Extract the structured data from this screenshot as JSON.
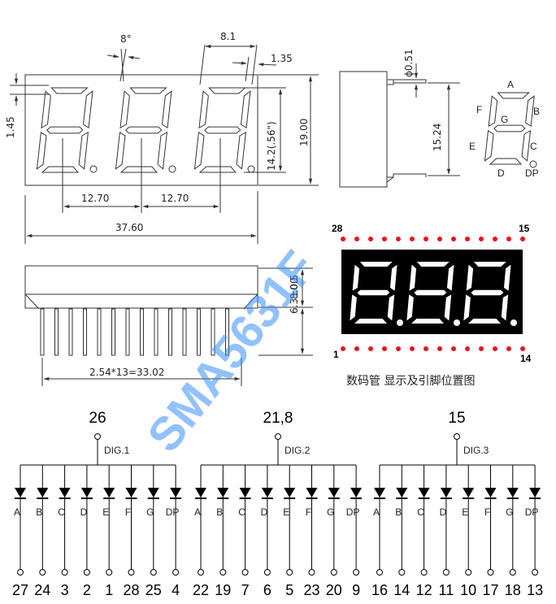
{
  "front_view": {
    "angle": "8°",
    "pitch_top": "8.1",
    "seg_width": "1.35",
    "top_offset": "1.45",
    "digit_height": "14.2(.56\")",
    "height": "19.00",
    "pitch_a": "12.70",
    "pitch_b": "12.70",
    "width": "37.60"
  },
  "side_view": {
    "pin_dia": "ϕ0.51",
    "row_spacing": "15.24"
  },
  "segment_legend": [
    "A",
    "B",
    "C",
    "D",
    "E",
    "F",
    "G",
    "DP"
  ],
  "bottom_view": {
    "body_height": "8.00",
    "pin_length": "6.3±0.5",
    "pin_span": "2.54*13=33.02"
  },
  "pinout_image": {
    "corner_top_left": "28",
    "corner_top_right": "15",
    "corner_bottom_left": "1",
    "corner_bottom_right": "14",
    "caption": "数码管 显示及引脚位置图"
  },
  "watermark": "SMA5631F",
  "schematic": {
    "digits": [
      {
        "name": "DIG.1",
        "common_pin": "26",
        "pins": [
          "27",
          "24",
          "3",
          "2",
          "1",
          "28",
          "25",
          "4"
        ]
      },
      {
        "name": "DIG.2",
        "common_pin": "21,8",
        "pins": [
          "22",
          "19",
          "7",
          "6",
          "5",
          "23",
          "20",
          "9"
        ]
      },
      {
        "name": "DIG.3",
        "common_pin": "15",
        "pins": [
          "16",
          "14",
          "12",
          "11",
          "10",
          "17",
          "18",
          "13"
        ]
      }
    ],
    "segment_labels": [
      "A",
      "B",
      "C",
      "D",
      "E",
      "F",
      "G",
      "DP"
    ]
  },
  "colors": {
    "pin_dot": "#e8141c",
    "display_bg": "#000000",
    "segment": "#ffffff",
    "watermark": "#3a8fff"
  }
}
